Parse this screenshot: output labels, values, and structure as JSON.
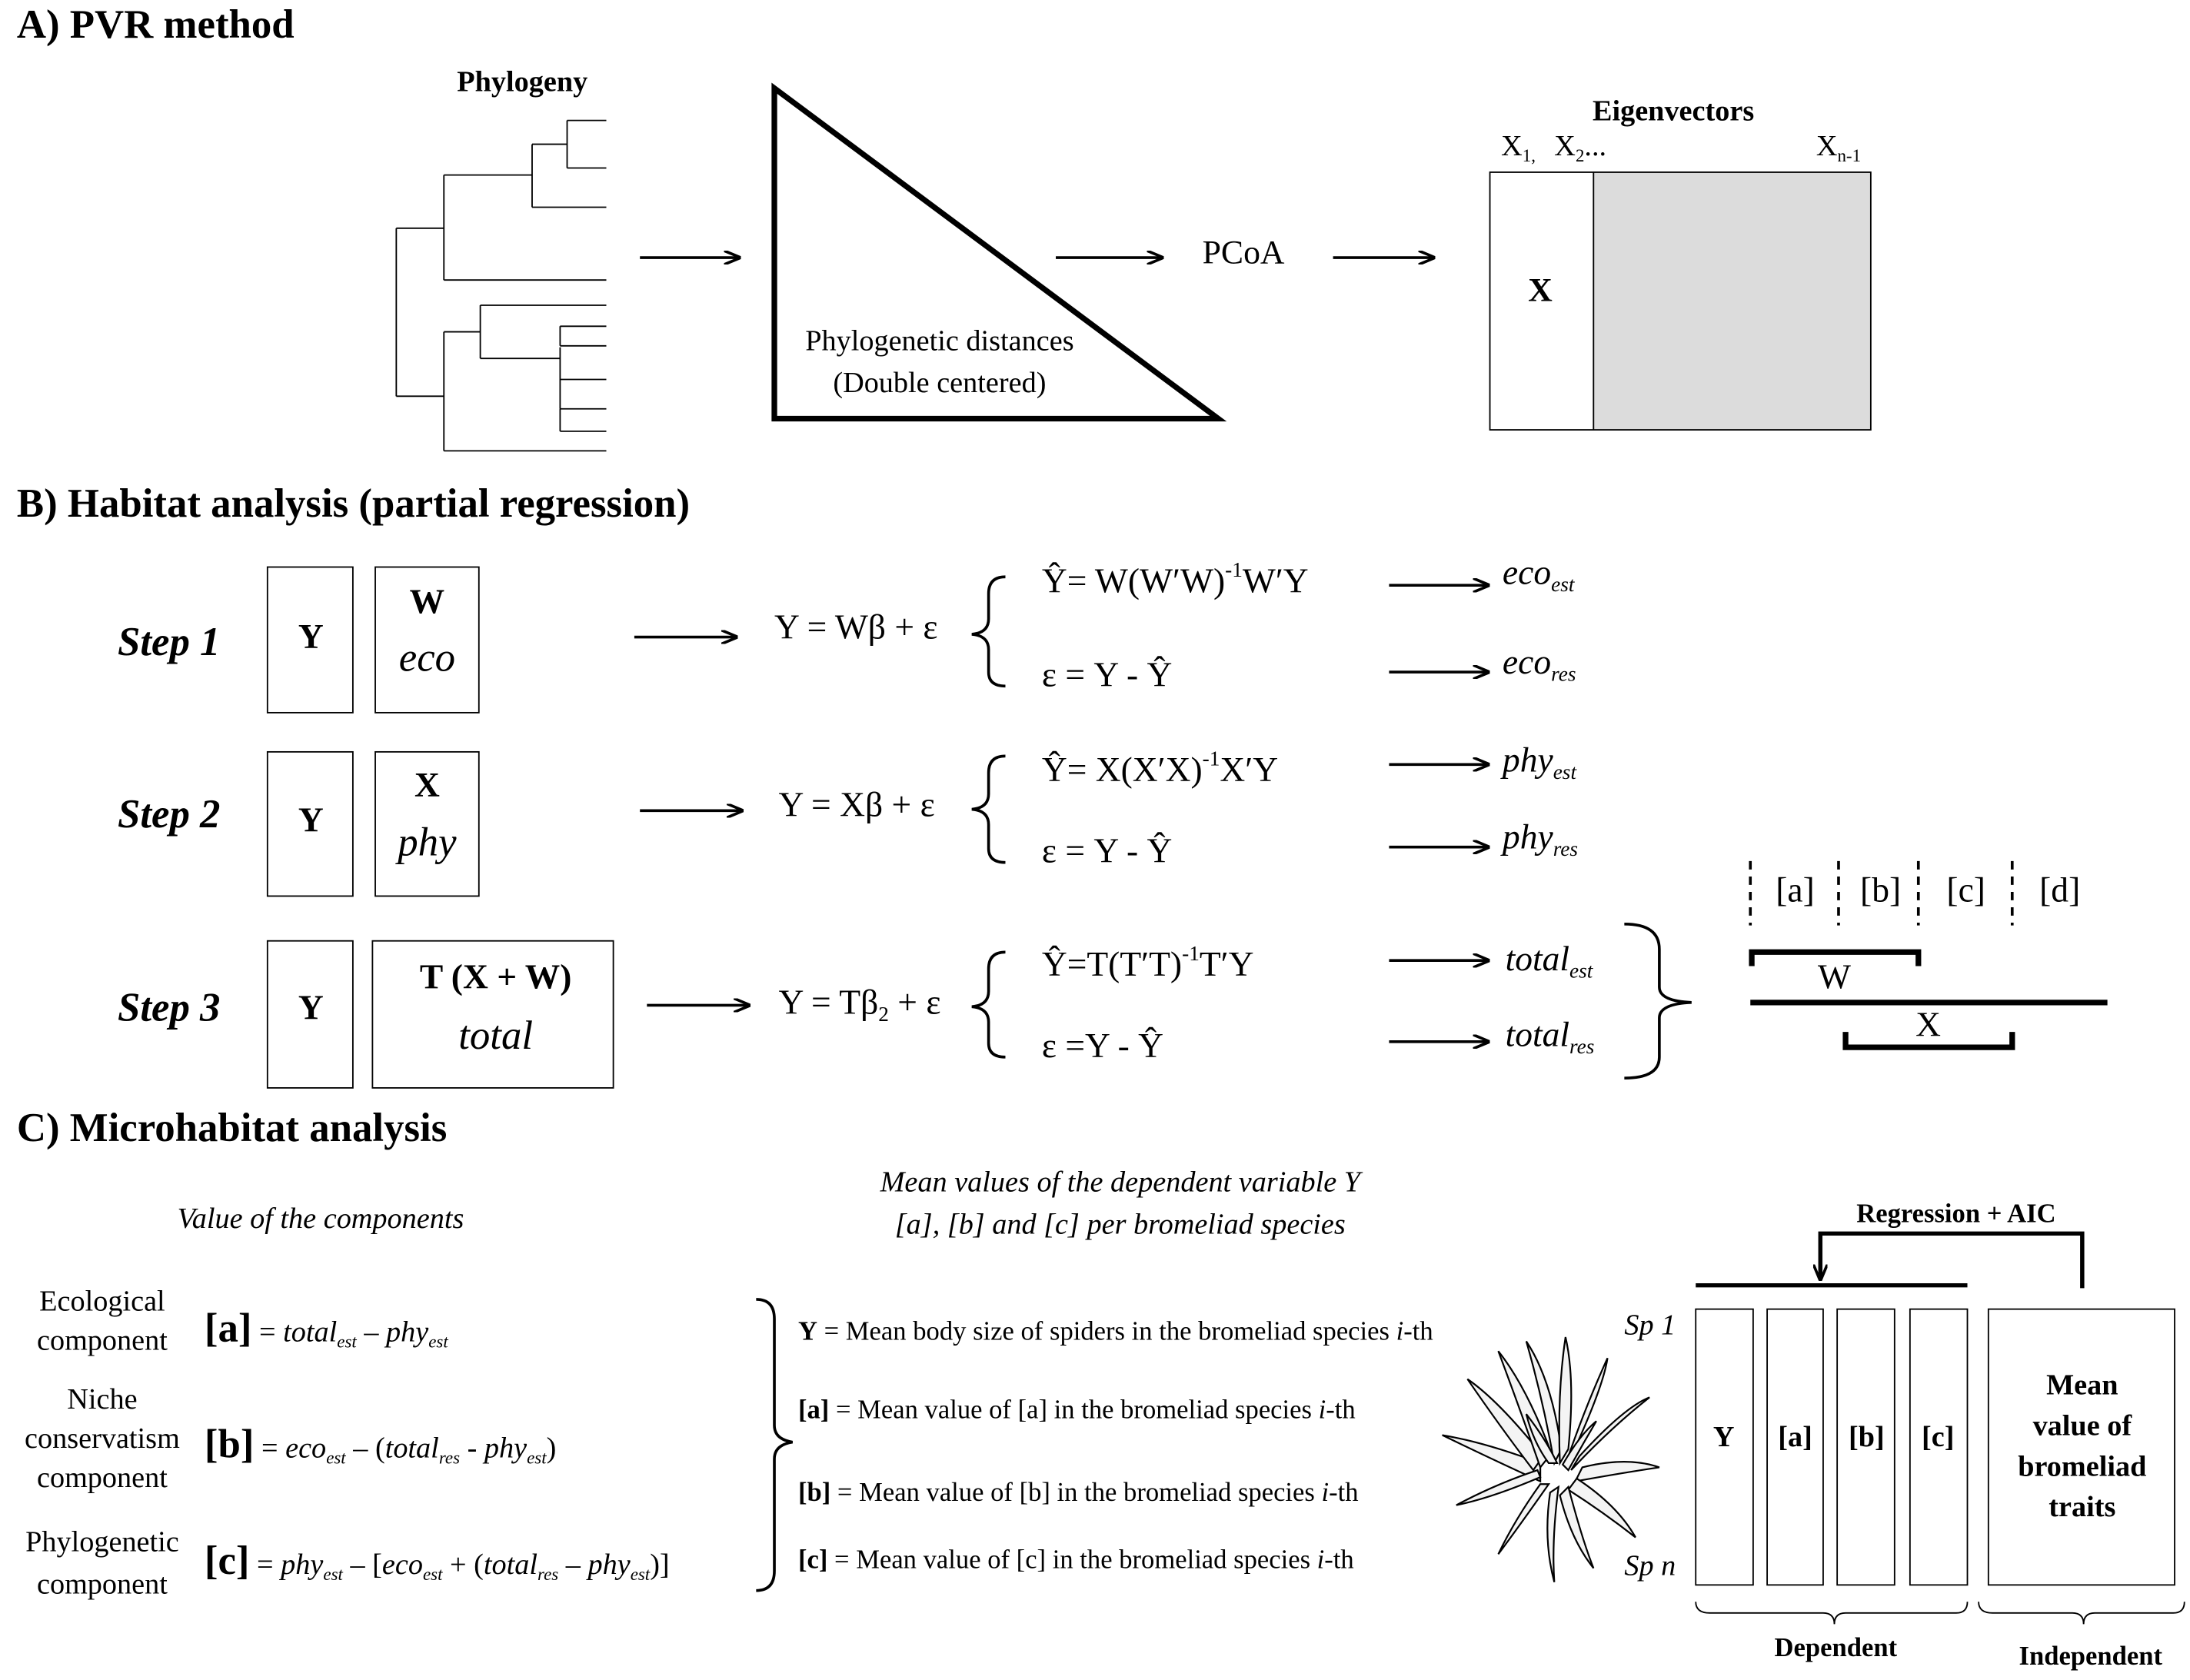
{
  "section_a": {
    "title": "A) PVR method",
    "phylogeny_label": "Phylogeny",
    "distance_label_1": "Phylogenetic distances",
    "distance_label_2": "(Double centered)",
    "pcoa_label": "PCoA",
    "eigenvectors_label": "Eigenvectors",
    "x1": "X",
    "x1_sub": "1,",
    "x2": "X",
    "x2_sub": "2",
    "x2_dots": "...",
    "xn": "X",
    "xn_sub": "n-1",
    "matrix_label": "X",
    "shade_color": "#dcdcdc"
  },
  "section_b": {
    "title": "B) Habitat analysis (partial regression)",
    "steps": [
      {
        "label": "Step 1",
        "y": "Y",
        "box_top": "W",
        "box_bottom": "eco",
        "model_lhs": "Y = W",
        "model_rhs": "β + ε",
        "est_a": "Ŷ= W(W′W)",
        "est_exp": "-1",
        "est_b": "W′Y",
        "res": "ε = Y - Ŷ",
        "out_est": "eco",
        "out_est_sub": "est",
        "out_res": "eco",
        "out_res_sub": "res"
      },
      {
        "label": "Step 2",
        "y": "Y",
        "box_top": "X",
        "box_bottom": "phy",
        "model_lhs": "Y = X",
        "model_rhs": "β + ε",
        "est_a": "Ŷ= X(X′X)",
        "est_exp": "-1",
        "est_b": "X′Y",
        "res": "ε = Y - Ŷ",
        "out_est": "phy",
        "out_est_sub": "est",
        "out_res": "phy",
        "out_res_sub": "res"
      },
      {
        "label": "Step 3",
        "y": "Y",
        "box_top": "T (X + W)",
        "box_bottom": "total",
        "model_lhs": "Y = Tβ",
        "model_sub": "2",
        "model_rhs": " + ε",
        "est_a": "Ŷ=T(T′T)",
        "est_exp": "-1",
        "est_b": "T′Y",
        "res": "ε =Y - Ŷ",
        "out_est": "total",
        "out_est_sub": "est",
        "out_res": "total",
        "out_res_sub": "res"
      }
    ],
    "partition": {
      "labels": [
        "[a]",
        "[b]",
        "[c]",
        "[d]"
      ],
      "w_label": "W",
      "x_label": "X"
    }
  },
  "section_c": {
    "title": "C) Microhabitat analysis",
    "components_heading": "Value of the components",
    "means_heading_1": "Mean values of the dependent variable Y",
    "means_heading_2": "[a], [b] and [c] per bromeliad species",
    "components": [
      {
        "name_1": "Ecological",
        "name_2": "component",
        "symbol": "[a]"
      },
      {
        "name_1": "Niche",
        "name_2": "conservatism",
        "name_3": "component",
        "symbol": "[b]"
      },
      {
        "name_1": "Phylogenetic",
        "name_2": "component",
        "symbol": "[c]"
      }
    ],
    "eq_a": {
      "p1": "= ",
      "t1": "total",
      "s1": "est",
      "p2": " – ",
      "t2": "phy",
      "s2": "est"
    },
    "eq_b": {
      "p1": "= ",
      "t1": "eco",
      "s1": "est",
      "p2": " – (",
      "t2": "total",
      "s2": "res",
      "p3": " - ",
      "t3": "phy",
      "s3": "est",
      "p4": ")"
    },
    "eq_c": {
      "p1": "= ",
      "t1": "phy",
      "s1": "est",
      "p2": " – [",
      "t2": "eco",
      "s2": "est",
      "p3": " + (",
      "t3": "total",
      "s3": "res",
      "p4": " – ",
      "t4": "phy",
      "s4": "est",
      "p5": ")]"
    },
    "means": [
      {
        "sym": "Y",
        "text": " = Mean body size of spiders in the bromeliad species ",
        "i": "i",
        "tail": "-th"
      },
      {
        "sym": "[a]",
        "text": " = Mean value of [a] in the bromeliad species ",
        "i": "i",
        "tail": "-th"
      },
      {
        "sym": "[b]",
        "text": " = Mean value of [b] in the bromeliad species ",
        "i": "i",
        "tail": "-th"
      },
      {
        "sym": "[c]",
        "text": " = Mean value of [c] in the bromeliad species ",
        "i": "i",
        "tail": "-th"
      }
    ],
    "regression_label": "Regression + AIC",
    "sp1": "Sp 1",
    "spn": "Sp n",
    "columns": [
      "Y",
      "[a]",
      "[b]",
      "[c]"
    ],
    "traits_box": [
      "Mean",
      "value of",
      "bromeliad",
      "traits"
    ],
    "dependent_label": "Dependent",
    "independent_label": "Independent"
  }
}
